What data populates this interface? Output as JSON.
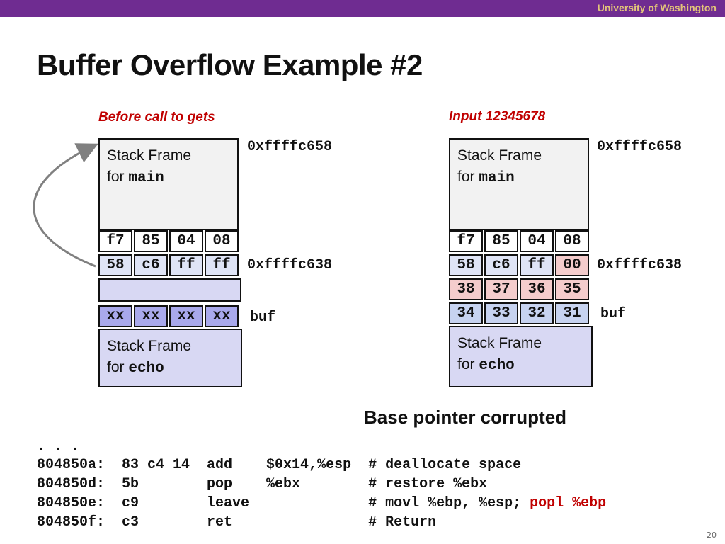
{
  "header": {
    "university": "University of Washington"
  },
  "slide": {
    "title": "Buffer Overflow Example #2",
    "page": "20"
  },
  "left": {
    "caption": "Before call to gets",
    "frame_main": {
      "label": "Stack Frame",
      "for": "for",
      "name": "main"
    },
    "row1": [
      "f7",
      "85",
      "04",
      "08"
    ],
    "row2": [
      "58",
      "c6",
      "ff",
      "ff"
    ],
    "row4": [
      "xx",
      "xx",
      "xx",
      "xx"
    ],
    "frame_echo": {
      "label": "Stack Frame",
      "for": "for",
      "name": "echo"
    },
    "addr_top": "0xffffc658",
    "addr_mid": "0xffffc638",
    "buf_label": "buf"
  },
  "right": {
    "caption": "Input 12345678",
    "frame_main": {
      "label": "Stack Frame",
      "for": "for",
      "name": "main"
    },
    "row1": [
      "f7",
      "85",
      "04",
      "08"
    ],
    "row2": [
      "58",
      "c6",
      "ff",
      "00"
    ],
    "row3": [
      "38",
      "37",
      "36",
      "35"
    ],
    "row4": [
      "34",
      "33",
      "32",
      "31"
    ],
    "frame_echo": {
      "label": "Stack Frame",
      "for": "for",
      "name": "echo"
    },
    "addr_top": "0xffffc658",
    "addr_mid": "0xffffc638",
    "buf_label": "buf"
  },
  "subheading": "Base pointer corrupted",
  "code": {
    "line0": ". . .",
    "line1": "804850a:  83 c4 14  add    $0x14,%esp  # deallocate space",
    "line2": "804850d:  5b        pop    %ebx        # restore %ebx",
    "line3_prefix": "804850e:  c9        leave              # movl %ebp, %esp; ",
    "line3_red": "popl %ebp",
    "line4": "804850f:  c3        ret                # Return"
  },
  "colors": {
    "bar": "#6f2c91",
    "caption": "#c00000",
    "corrupt": "#f4cccc",
    "buf": "#a9a9ec",
    "echo_frame": "#d8d8f3"
  }
}
